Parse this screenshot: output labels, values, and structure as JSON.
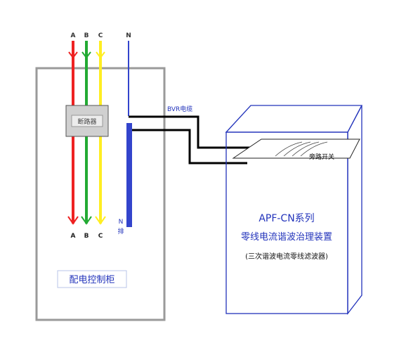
{
  "wires": {
    "phase_top": [
      "A",
      "B",
      "C"
    ],
    "neutral_top": "N",
    "phase_bottom": [
      "A",
      "B",
      "C"
    ],
    "neutral_bar_label_line1": "N",
    "neutral_bar_label_line2": "排"
  },
  "breaker_label": "断路器",
  "cable_label": "BVR电缆",
  "bypass_switch_label": "旁路开关",
  "cabinet_label": "配电控制柜",
  "device": {
    "model": "APF-CN系列",
    "name": "零线电流谐波治理装置",
    "subtitle": "(三次谐波电流零线滤波器)"
  },
  "colors": {
    "phase_a": "#ee2222",
    "phase_b": "#22aa33",
    "phase_c": "#ffee22",
    "neutral": "#3344cc",
    "cabinet_border": "#999999",
    "device_border": "#2233bb",
    "label_text": "#2233bb",
    "cable": "#000000"
  }
}
